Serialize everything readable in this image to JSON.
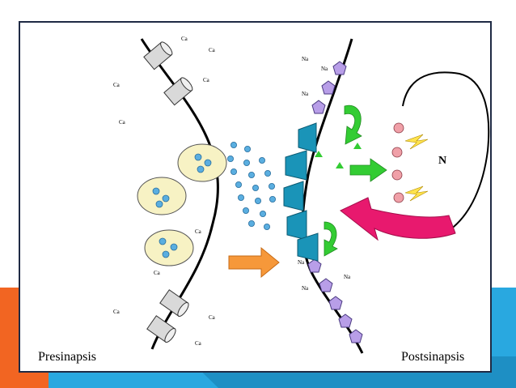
{
  "labels": {
    "presynapse": "Presinapsis",
    "postsynapse": "Postsinapsis",
    "neuron": "N",
    "calcium": "Ca",
    "sodium": "Na"
  },
  "colors": {
    "background": "#ffffff",
    "frame_border": "#1f2a44",
    "accent_orange": "#f26522",
    "accent_blue": "#29a8e0",
    "vesicle_fill": "#f7f2c4",
    "neurotransmitter": "#5aaee0",
    "receptor": "#1a94b8",
    "sodium_channel": "#b89ee8",
    "green_arrow": "#33cc33",
    "pink_arrow": "#e8196e",
    "orange_arrow": "#f6983a",
    "membrane_receptor": "#f0a0a8"
  }
}
